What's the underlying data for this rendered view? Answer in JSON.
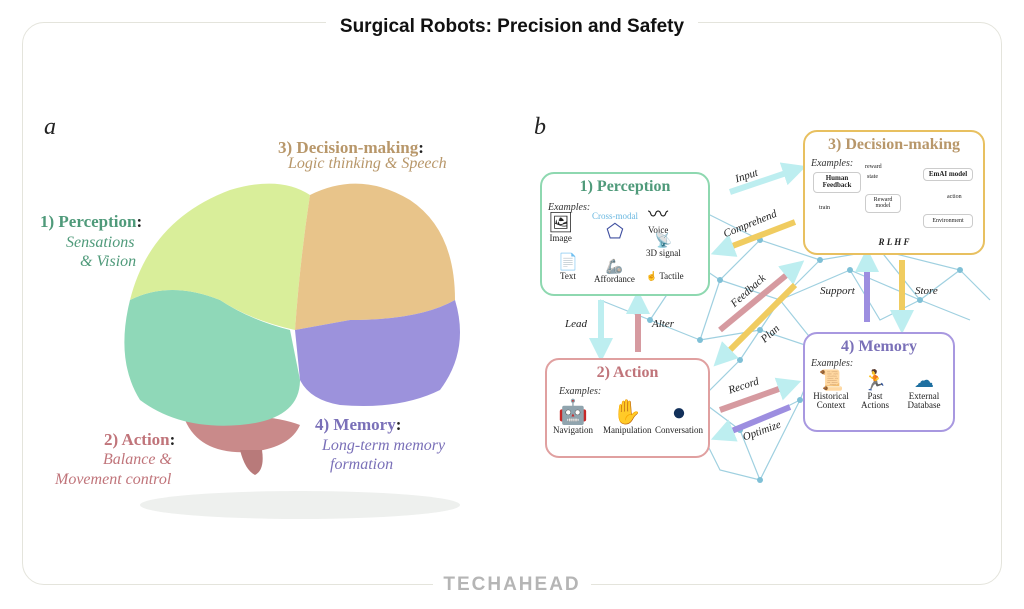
{
  "title": "Surgical Robots: Precision and Safety",
  "footer_logo": "TECHAHEAD",
  "panel_a": {
    "letter": "a",
    "decision": {
      "label": "3) Decision-making",
      "colon": ":",
      "desc": "Logic thinking & Speech"
    },
    "perception": {
      "label": "1) Perception",
      "colon": ":",
      "desc1": "Sensations",
      "desc2": "& Vision"
    },
    "action": {
      "label": "2) Action",
      "colon": ":",
      "desc1": "Balance &",
      "desc2": "Movement control"
    },
    "memory": {
      "label": "4) Memory",
      "colon": ":",
      "desc1": "Long-term memory",
      "desc2": "formation"
    },
    "colors": {
      "perception": "#4f9a7a",
      "decision": "#b8976a",
      "action": "#c0747a",
      "memory": "#7a70b8"
    }
  },
  "panel_b": {
    "letter": "b",
    "perception": {
      "title": "1) Perception",
      "examples": "Examples:",
      "items": [
        "Image",
        "Cross-modal",
        "Voice",
        "3D signal",
        "Text",
        "Affordance",
        "Tactile"
      ]
    },
    "decision": {
      "title": "3) Decision-making",
      "examples": "Examples:",
      "human_feedback": "Human Feedback",
      "reward": "reward",
      "state": "state",
      "emai": "EmAI model",
      "train": "train",
      "reward_model": "Reward model",
      "action": "action",
      "environment": "Environment",
      "rlhf": "R L H F"
    },
    "action": {
      "title": "2) Action",
      "examples": "Examples:",
      "items": [
        "Navigation",
        "Manipulation",
        "Conversation"
      ]
    },
    "memory": {
      "title": "4) Memory",
      "examples": "Examples:",
      "items": [
        "Historical Context",
        "Past Actions",
        "External Database"
      ]
    },
    "arrows": {
      "input": "Input",
      "comprehend": "Comprehend",
      "feedback": "Feedback",
      "plan": "Plan",
      "support": "Support",
      "store": "Store",
      "lead": "Lead",
      "alter": "Alter",
      "record": "Record",
      "optimize": "Optimize"
    }
  }
}
